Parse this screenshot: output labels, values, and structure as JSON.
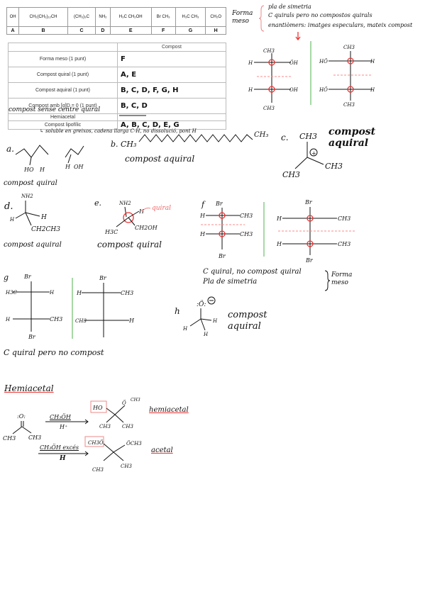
{
  "structures_table": {
    "structures": [
      "OH",
      "CH₂(CH₂)₁₂CH",
      "(CH₃)₃C",
      "NH₂",
      "H₃C  CH₂OH",
      "Br  CH₃",
      "H₃C  CH₃",
      "CH₂O"
    ],
    "letters": [
      "A",
      "B",
      "C",
      "D",
      "E",
      "F",
      "G",
      "H"
    ]
  },
  "answer_table": {
    "header": "Compost",
    "rows": [
      {
        "question": "Forma meso (1 punt)",
        "answer": "F"
      },
      {
        "question": "Compost quiral (1 punt)",
        "answer": "A, E"
      },
      {
        "question": "Compost aquiral (1 punt)",
        "answer": "B, C, D, F, G, H"
      },
      {
        "question": "Compost amb [α]D = 0 (1 punt)",
        "answer": "B, C, D"
      },
      {
        "question": "Hemiacetal",
        "answer": ""
      },
      {
        "question": "Compost lipofílic",
        "answer": "A, B, C, D, E, G"
      }
    ]
  },
  "notes": {
    "forma_meso": "Forma meso",
    "pla_simetria": "pla de simetria",
    "c_quirals": "C quirals pero no compostos quirals",
    "enantiomers": "enantiòmers: imatges especulars, mateix compost",
    "compost_sense_centre": "compost sense centre quiral",
    "soluble": "↳ soluble en greixos, cadena llarga C-H, no dissolució, pont H",
    "a_label": "a.",
    "compost_quiral_a": "compost quiral",
    "b_label": "b.",
    "b_formula_left": "CH₃",
    "b_formula_right": "CH₃",
    "compost_aquiral_b": "compost aquiral",
    "c_label": "c.",
    "compost_aquiral_c": "compost aquiral",
    "d_label": "d.",
    "compost_aquiral_d": "compost aquiral",
    "e_label": "e.",
    "quiral_tag": "quiral",
    "compost_quiral_e": "compost quiral",
    "f_label": "f",
    "f_note": "C quiral, no compost quiral",
    "f_note2": "Pla de simetria",
    "forma_meso2": "Forma meso",
    "g_label": "g",
    "g_note": "C quiral pero no compost",
    "h_label": "h",
    "compost_aquiral_h": "compost aquiral",
    "hemiacetal_title": "Hemiacetal",
    "reagent1": "CH₃ÖH",
    "reagent1b": "H⁺",
    "product1": "hemiacetal",
    "reagent2": "CH₃ÖH excés",
    "reagent2b": "H",
    "product2": "acetal"
  },
  "colors": {
    "ink": "#111111",
    "red": "#e33333",
    "pink": "#ee8888",
    "green": "#88cc88"
  }
}
